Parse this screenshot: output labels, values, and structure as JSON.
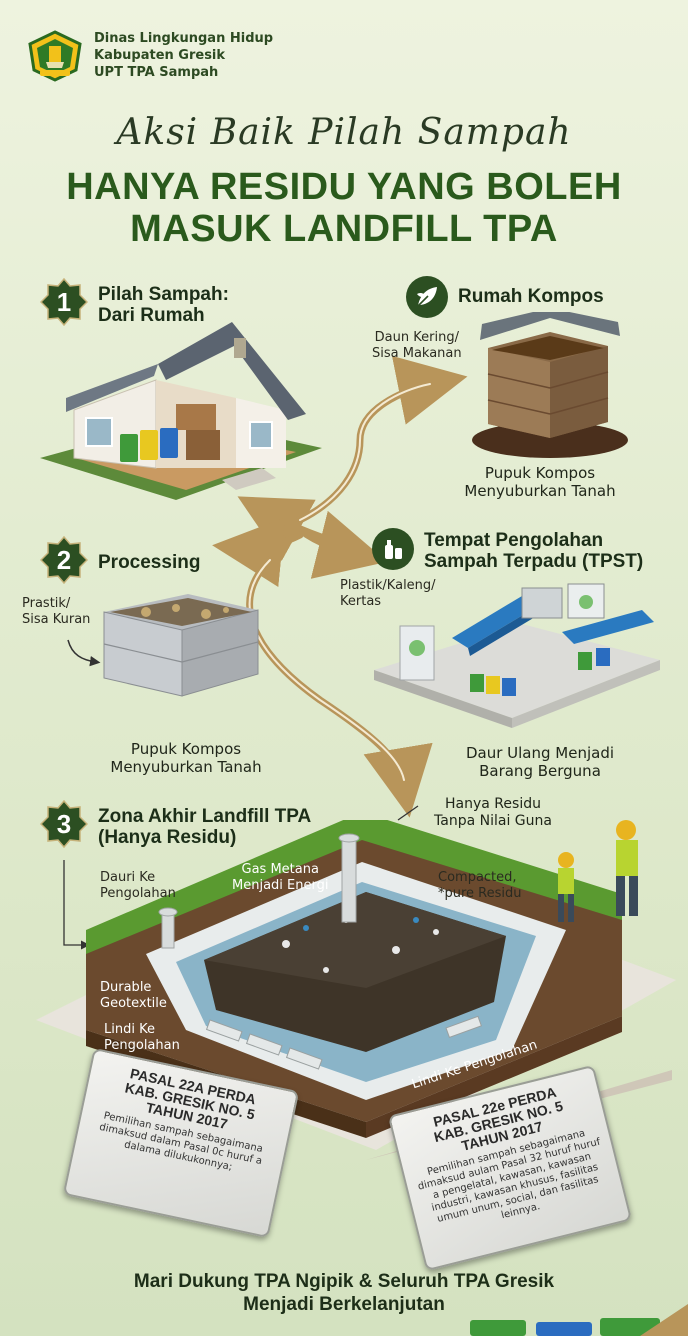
{
  "header": {
    "org_line1": "Dinas Lingkungan Hidup",
    "org_line2": "Kabupaten Gresik",
    "org_line3": "UPT TPA Sampah",
    "script_title": "Aksi Baik Pilah Sampah",
    "title_line1": "HANYA RESIDU YANG BOLEH",
    "title_line2": "MASUK LANDFILL TPA",
    "logo_icon": "gresik-crest-icon"
  },
  "step1": {
    "number": "1",
    "heading_line1": "Pilah Sampah:",
    "heading_line2": "Dari Rumah"
  },
  "compost": {
    "heading": "Rumah Kompos",
    "icon": "leaf-icon",
    "input_line1": "Daun Kering/",
    "input_line2": "Sisa Makanan",
    "output_line1": "Pupuk Kompos",
    "output_line2": "Menyuburkan Tanah"
  },
  "step2": {
    "number": "2",
    "heading": "Processing",
    "input_line1": "Prastik/",
    "input_line2": "Sisa Kuran",
    "output_line1": "Pupuk Kompos",
    "output_line2": "Menyuburkan Tanah"
  },
  "tpst": {
    "heading_line1": "Tempat Pengolahan",
    "heading_line2": "Sampah Terpadu (TPST)",
    "icon": "bottle-icon",
    "input_line1": "Plastik/Kaleng/",
    "input_line2": "Kertas",
    "output_line1": "Daur Ulang Menjadi",
    "output_line2": "Barang Berguna"
  },
  "residu": {
    "line1": "Hanya Residu",
    "line2": "Tanpa Nilai Guna"
  },
  "step3": {
    "number": "3",
    "heading_line1": "Zona Akhir Landfill TPA",
    "heading_line2": "(Hanya Residu)",
    "label_dauri_line1": "Dauri Ke",
    "label_dauri_line2": "Pengolahan",
    "label_gas_line1": "Gas Metana",
    "label_gas_line2": "Menjadi Energi",
    "label_compacted_line1": "Compacted,",
    "label_compacted_line2": "*pure Residu",
    "label_geo_line1": "Durable",
    "label_geo_line2": "Geotextile",
    "label_lindi_line1": "Lindi Ke",
    "label_lindi_line2": "Pengolahan",
    "label_lindi_channel": "Lindi Ke Pengolahan"
  },
  "plaque_left": {
    "title_line1": "PASAL 22A PERDA",
    "title_line2": "KAB. GRESIK NO. 5",
    "title_line3": "TAHUN 2017",
    "body": "Pemilihan sampah sebagaimana dimaksud dalam Pasal 0c huruf a dalama dilukukonnya;"
  },
  "plaque_right": {
    "title_line1": "PASAL 22e PERDA",
    "title_line2": "KAB. GRESIK NO. 5",
    "title_line3": "TAHUN 2017",
    "body": "Pemilihan sampah sebagaimana dimaksud aulam Pasal 32 huruf huruf a pengelatal, kawasan, kawasan industri, kawasan khusus, fasilitas umum unum, social, dan fasilitas leinnya."
  },
  "footer": {
    "line1": "Mari Dukung TPA Ngipik & Seluruh TPA Gresik",
    "line2": "Menjadi Berkelanjutan"
  },
  "colors": {
    "brand_green": "#2a5a1c",
    "badge_green": "#2c4f22",
    "arrow_gold": "#b8955a"
  }
}
